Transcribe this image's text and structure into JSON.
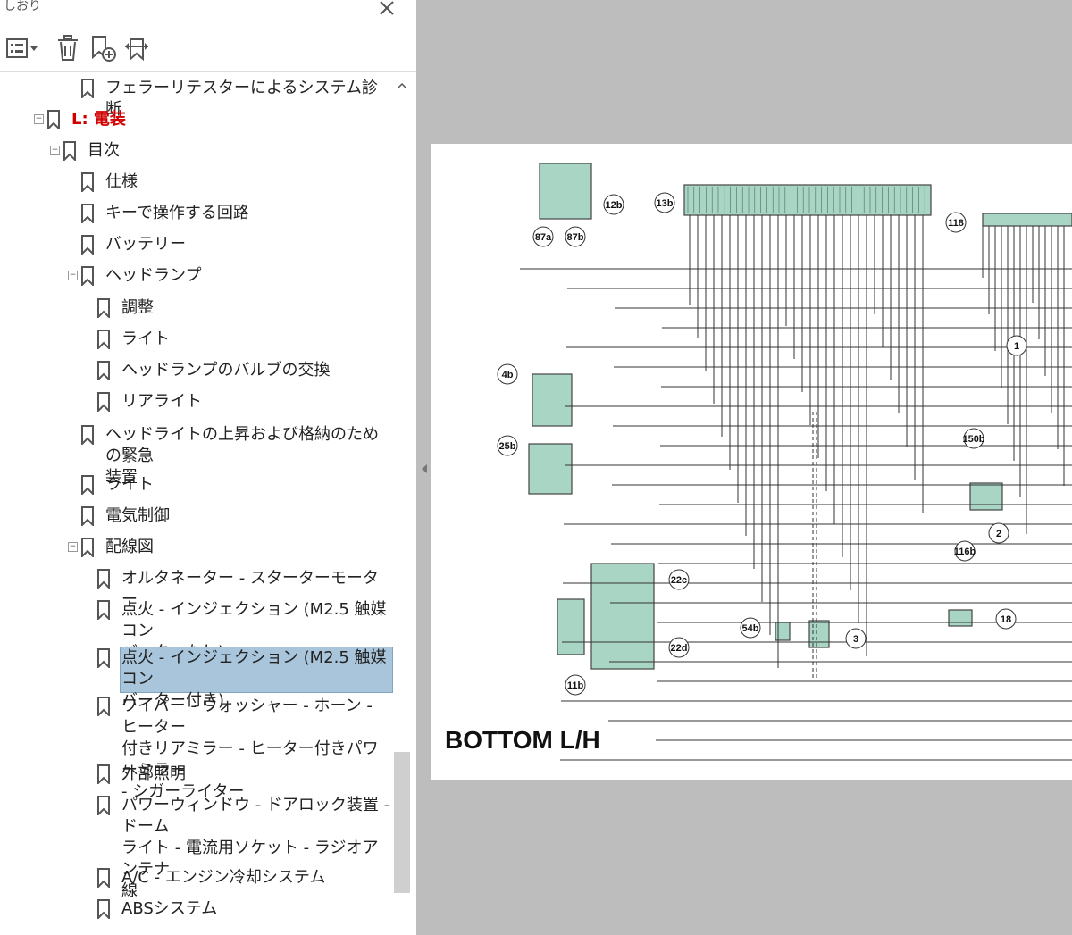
{
  "panel": {
    "title": "しおり",
    "toolbar": {
      "options": "options",
      "delete": "delete",
      "new_bookmark": "new-bookmark",
      "expand": "expand"
    }
  },
  "tree": [
    {
      "label": "フェラーリテスターによるシステム診断",
      "level": 2,
      "style": "normal"
    },
    {
      "label": "L: 電装",
      "level": 0,
      "style": "red",
      "toggle": "−"
    },
    {
      "label": "目次",
      "level": 1,
      "style": "normal",
      "toggle": "−"
    },
    {
      "label": "仕様",
      "level": 2,
      "style": "normal"
    },
    {
      "label": "キーで操作する回路",
      "level": 2,
      "style": "normal"
    },
    {
      "label": "バッテリー",
      "level": 2,
      "style": "normal"
    },
    {
      "label": "ヘッドランプ",
      "level": 2,
      "style": "normal",
      "toggle": "−"
    },
    {
      "label": "調整",
      "level": 3,
      "style": "normal"
    },
    {
      "label": "ライト",
      "level": 3,
      "style": "normal"
    },
    {
      "label": "ヘッドランプのバルブの交換",
      "level": 3,
      "style": "normal"
    },
    {
      "label": "リアライト",
      "level": 3,
      "style": "normal"
    },
    {
      "label": "ヘッドライトの上昇および格納のための緊急",
      "label2": "装置",
      "level": 2,
      "style": "normal"
    },
    {
      "label": "ライト",
      "level": 2,
      "style": "normal"
    },
    {
      "label": "電気制御",
      "level": 2,
      "style": "normal"
    },
    {
      "label": "配線図",
      "level": 2,
      "style": "normal",
      "toggle": "−"
    },
    {
      "label": "オルタネーター - スターターモーター",
      "level": 3,
      "style": "normal"
    },
    {
      "label": "点火 - インジェクション (M2.5 触媒コン",
      "label2": "バーターなし)",
      "level": 3,
      "style": "normal"
    },
    {
      "label": "点火 - インジェクション (M2.5 触媒コン",
      "label2": "バーター付き)",
      "level": 3,
      "style": "normal",
      "selected": true
    },
    {
      "label": "ワイパー - ウォッシャー - ホーン - ヒーター",
      "label2": "付きリアミラー - ヒーター付きパワーミラー",
      "label3": "- シガーライター",
      "level": 3,
      "style": "normal"
    },
    {
      "label": "外部照明",
      "level": 3,
      "style": "normal"
    },
    {
      "label": "パワーウィンドウ - ドアロック装置 - ドーム",
      "label2": "ライト - 電流用ソケット - ラジオアンテナ",
      "label3": "線",
      "level": 3,
      "style": "normal"
    },
    {
      "label": "A/C - エンジン冷却システム",
      "level": 3,
      "style": "normal"
    },
    {
      "label": "ABSシステム",
      "level": 3,
      "style": "normal"
    }
  ],
  "diagram": {
    "caption": "BOTTOM L/H",
    "labels": [
      "12b",
      "13b",
      "87a",
      "87b",
      "118",
      "4b",
      "25b",
      "1",
      "2",
      "150b",
      "116b",
      "54b",
      "3",
      "18",
      "11b",
      "22c",
      "22d"
    ]
  }
}
